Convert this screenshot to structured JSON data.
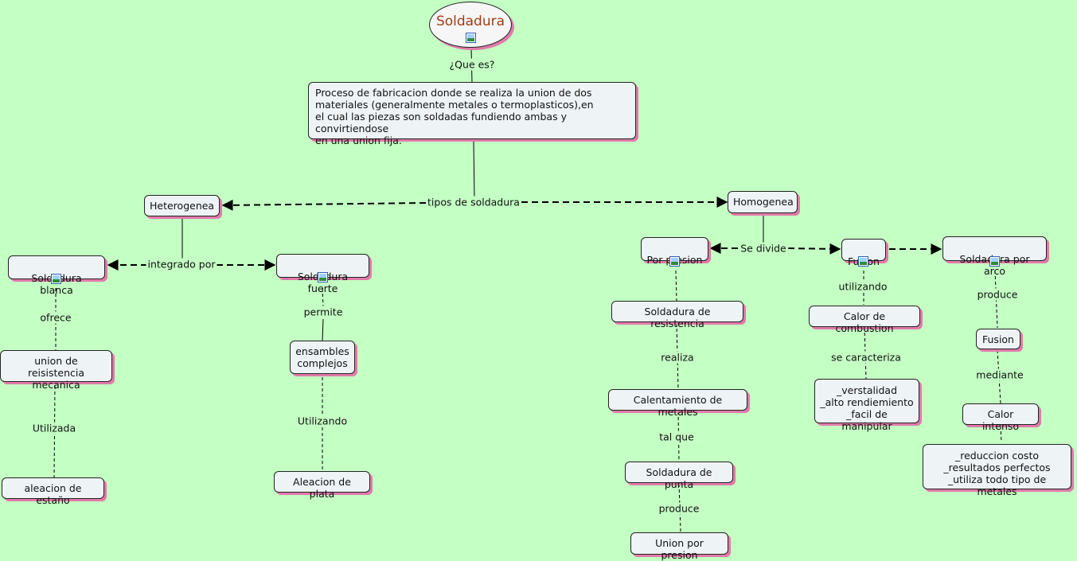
{
  "nodes": {
    "root": "Soldadura",
    "definition": "Proceso de fabricacion donde se realiza la union de dos\nmateriales (generalmente metales o termoplasticos),en\nel cual las piezas son soldadas fundiendo ambas y convirtiendose\nen una union fija.",
    "heterogenea": "Heterogenea",
    "homogenea": "Homogenea",
    "soldadura_blanca": "Soldadura blanca",
    "soldadura_fuerte": "Soldadura fuerte",
    "union_resistencia": "union de reisistencia\nmecanica",
    "aleacion_estano": "aleacion de estaño",
    "ensambles": "ensambles\ncomplejos",
    "aleacion_plata": "Aleacion de plata",
    "por_presion": "Por presion",
    "fusion": "Fusion",
    "soldadura_arco": "Soldadura por arco",
    "soldadura_resistencia": "Soldadura de resistencia",
    "calentamiento": "Calentamiento de metales",
    "soldadura_punta": "Soldadura de punta",
    "union_presion": "Union por presion",
    "calor_combustion": "Calor de combustion",
    "caracteristicas": "_verstalidad\n_alto rendiemiento\n_facil de manipular",
    "fusion2": "Fusion",
    "calor_intenso": "Calor intenso",
    "beneficios": "_reduccion costo\n_resultados perfectos\n_utiliza todo tipo de metales"
  },
  "links": {
    "que_es": "¿Que es?",
    "tipos": "tipos de soldadura",
    "integrado": "integrado por",
    "se_divide": "Se divide",
    "ofrece": "ofrece",
    "utilizada": "Utilizada",
    "permite": "permite",
    "utilizando": "Utilizando",
    "realiza": "realiza",
    "tal_que": "tal que",
    "produce1": "produce",
    "utilizando2": "utilizando",
    "se_caracteriza": "se caracteriza",
    "produce2": "produce",
    "mediante": "mediante"
  },
  "colors": {
    "background": "#c4ffc4",
    "node": "#eef4f6",
    "shadow": "#e07aaa",
    "root_text": "#a23c12"
  }
}
